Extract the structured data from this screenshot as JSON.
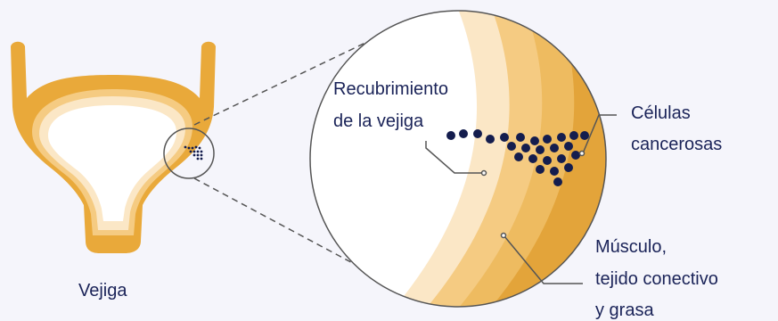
{
  "labels": {
    "organ": "Vejiga",
    "lining_line1": "Recubrimiento",
    "lining_line2": "de la vejiga",
    "cancer_line1": "Células",
    "cancer_line2": "cancerosas",
    "muscle_line1": "Músculo,",
    "muscle_line2": "tejido conectivo",
    "muscle_line3": "y grasa"
  },
  "colors": {
    "background": "#f5f5fb",
    "layer_light": "#fbe7c6",
    "layer_mid": "#f5cb82",
    "layer_dark": "#e9a93a",
    "layer_deep": "#e0a134",
    "cancer_cells": "#141d4e",
    "text": "#1a2358",
    "lines": "#555555"
  }
}
